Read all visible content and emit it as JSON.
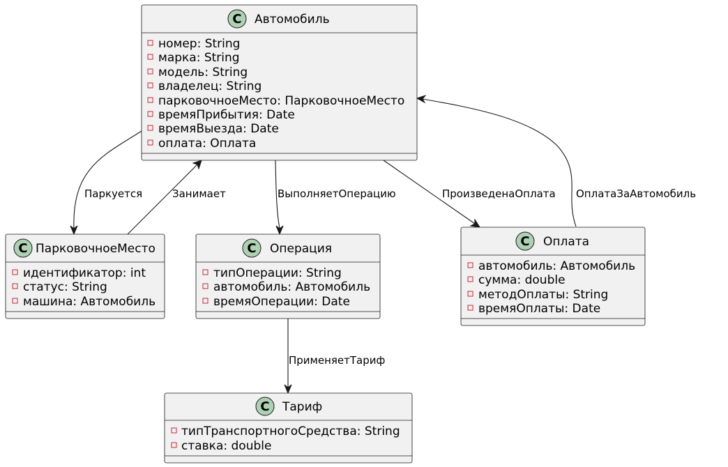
{
  "classes": {
    "avtomobil": {
      "badge": "C",
      "name": "Автомобиль",
      "attributes": [
        "номер: String",
        "марка: String",
        "модель: String",
        "владелец: String",
        "парковочноеМесто: ПарковочноеМесто",
        "времяПрибытия: Date",
        "времяВыезда: Date",
        "оплата: Оплата"
      ]
    },
    "parkovochnoe_mesto": {
      "badge": "C",
      "name": "ПарковочноеМесто",
      "attributes": [
        "идентификатор: int",
        "статус: String",
        "машина: Автомобиль"
      ]
    },
    "operaciya": {
      "badge": "C",
      "name": "Операция",
      "attributes": [
        "типОперации: String",
        "автомобиль: Автомобиль",
        "времяОперации: Date"
      ]
    },
    "oplata": {
      "badge": "C",
      "name": "Оплата",
      "attributes": [
        "автомобиль: Автомобиль",
        "сумма: double",
        "методОплаты: String",
        "времяОплаты: Date"
      ]
    },
    "tarif": {
      "badge": "C",
      "name": "Тариф",
      "attributes": [
        "типТранспортногоСредства: String",
        "ставка: double"
      ]
    }
  },
  "relations": {
    "parkuetsya": "Паркуется",
    "zanimaet": "Занимает",
    "vypolnyaet_operaciyu": "ВыполняетОперацию",
    "proizvedena_oplata": "ПроизведенаОплата",
    "oplata_za_avtomobil": "ОплатаЗаАвтомобиль",
    "primenyaet_tarif": "ПрименяетТариф"
  },
  "colors": {
    "class_fill": "#f1f1f1",
    "badge_fill": "#add1b2",
    "visibility_marker": "#c82930",
    "line": "#181818"
  }
}
